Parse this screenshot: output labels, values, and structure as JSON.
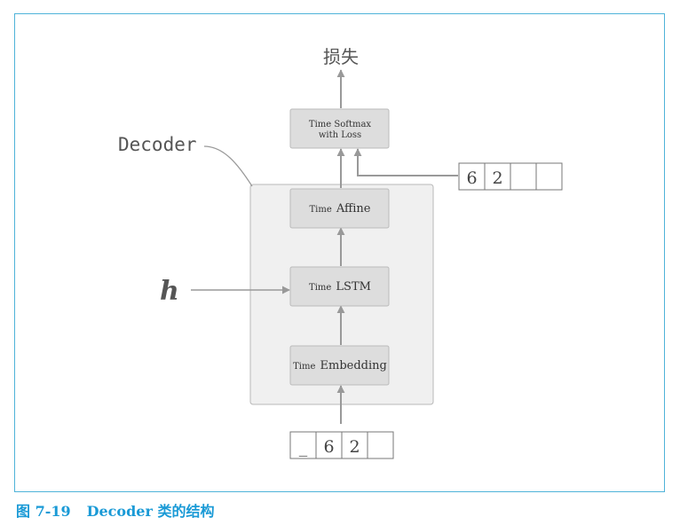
{
  "diagram": {
    "output_label": "损失",
    "decoder_label": "Decoder",
    "hidden_label": "h",
    "nodes": {
      "softmax_small": "Time",
      "softmax_main": "Softmax",
      "softmax_line2": "with Loss",
      "affine_prefix": "Time",
      "affine_main": "Affine",
      "lstm_prefix": "Time",
      "lstm_main": "LSTM",
      "embedding_prefix": "Time",
      "embedding_main": "Embedding"
    },
    "target_sequence": [
      "6",
      "2",
      "",
      ""
    ],
    "input_sequence": [
      "_",
      "6",
      "2",
      ""
    ]
  },
  "caption": {
    "number": "图 7-19",
    "title": "Decoder 类的结构"
  },
  "colors": {
    "frame": "#4fb3d9",
    "caption": "#1a9ad6",
    "node_fill": "#dddddd",
    "decoder_fill": "#f0f0f0",
    "arrow": "#999999"
  }
}
